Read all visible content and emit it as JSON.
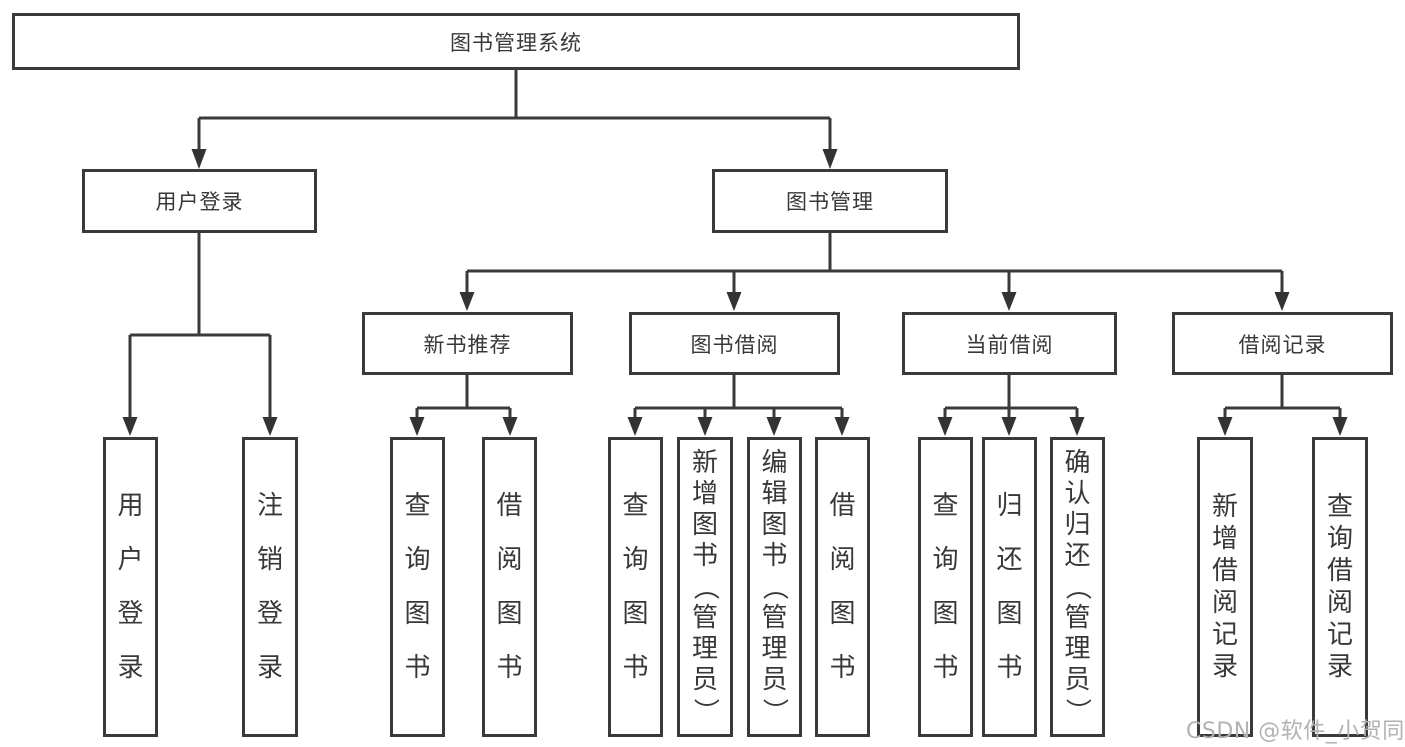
{
  "diagram": {
    "title": "图书管理系统",
    "level2": [
      {
        "label": "用户登录"
      },
      {
        "label": "图书管理"
      }
    ],
    "level3": [
      {
        "label": "新书推荐"
      },
      {
        "label": "图书借阅"
      },
      {
        "label": "当前借阅"
      },
      {
        "label": "借阅记录"
      }
    ],
    "leaves": {
      "user_login": [
        "用户登录",
        "注销登录"
      ],
      "new_book_rec": [
        "查询图书",
        "借阅图书"
      ],
      "book_borrow": [
        "查询图书",
        "新增图书（管理员）",
        "编辑图书（管理员）",
        "借阅图书"
      ],
      "current_borrow": [
        "查询图书",
        "归还图书",
        "确认归还（管理员）"
      ],
      "borrow_records": [
        "新增借阅记录",
        "查询借阅记录"
      ]
    }
  },
  "watermark": {
    "text": "CSDN @软件_小贺同学"
  },
  "colors": {
    "line": "#3a3a3a",
    "box_border": "#3a3a3a",
    "text": "#383838",
    "watermark": "#b2b2b2",
    "background": "#ffffff"
  }
}
